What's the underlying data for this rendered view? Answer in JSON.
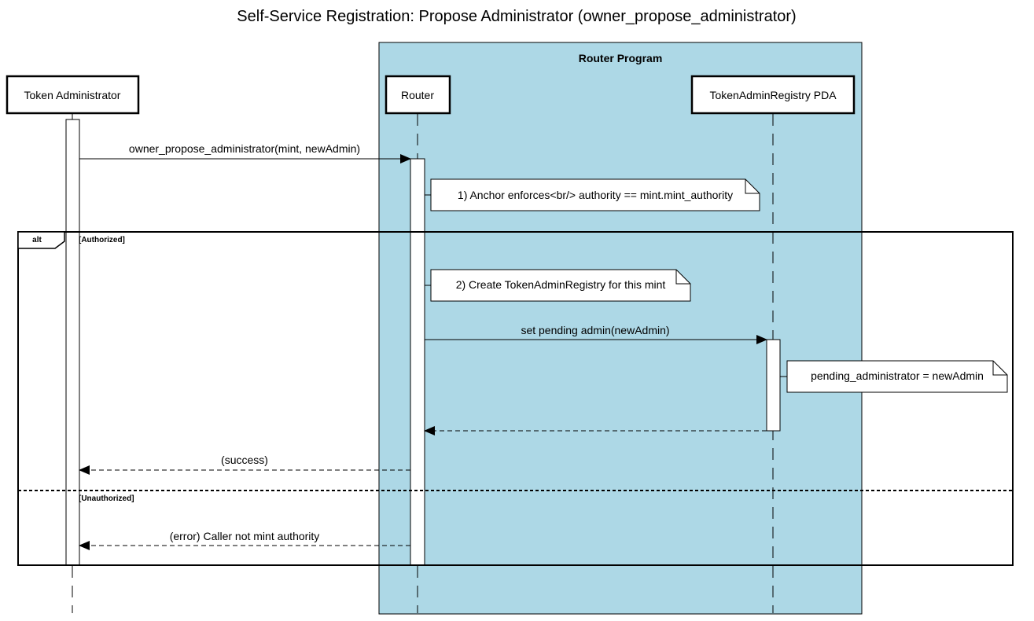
{
  "diagram": {
    "title": "Self-Service Registration: Propose Administrator (owner_propose_administrator)",
    "group": {
      "label": "Router Program",
      "fill": "#add8e6"
    },
    "participants": [
      {
        "id": "admin",
        "label": "Token Administrator"
      },
      {
        "id": "router",
        "label": "Router"
      },
      {
        "id": "registry",
        "label": "TokenAdminRegistry PDA"
      }
    ],
    "messages": [
      {
        "from": "admin",
        "to": "router",
        "label": "owner_propose_administrator(mint, newAdmin)",
        "style": "solid"
      },
      {
        "from": "router",
        "to": "registry",
        "label": "set pending admin(newAdmin)",
        "style": "solid"
      },
      {
        "from": "registry",
        "to": "router",
        "label": "",
        "style": "dashed"
      },
      {
        "from": "router",
        "to": "admin",
        "label": "(success)",
        "style": "dashed"
      },
      {
        "from": "router",
        "to": "admin",
        "label": "(error) Caller not mint authority",
        "style": "dashed"
      }
    ],
    "notes": [
      {
        "over": "router",
        "text": "1) Anchor enforces<br/> authority == mint.mint_authority"
      },
      {
        "over": "router",
        "text": "2) Create TokenAdminRegistry for this mint"
      },
      {
        "over": "registry",
        "text": "pending_administrator = newAdmin"
      }
    ],
    "fragment": {
      "operator": "alt",
      "guards": [
        "[Authorized]",
        "[Unauthorized]"
      ]
    }
  }
}
